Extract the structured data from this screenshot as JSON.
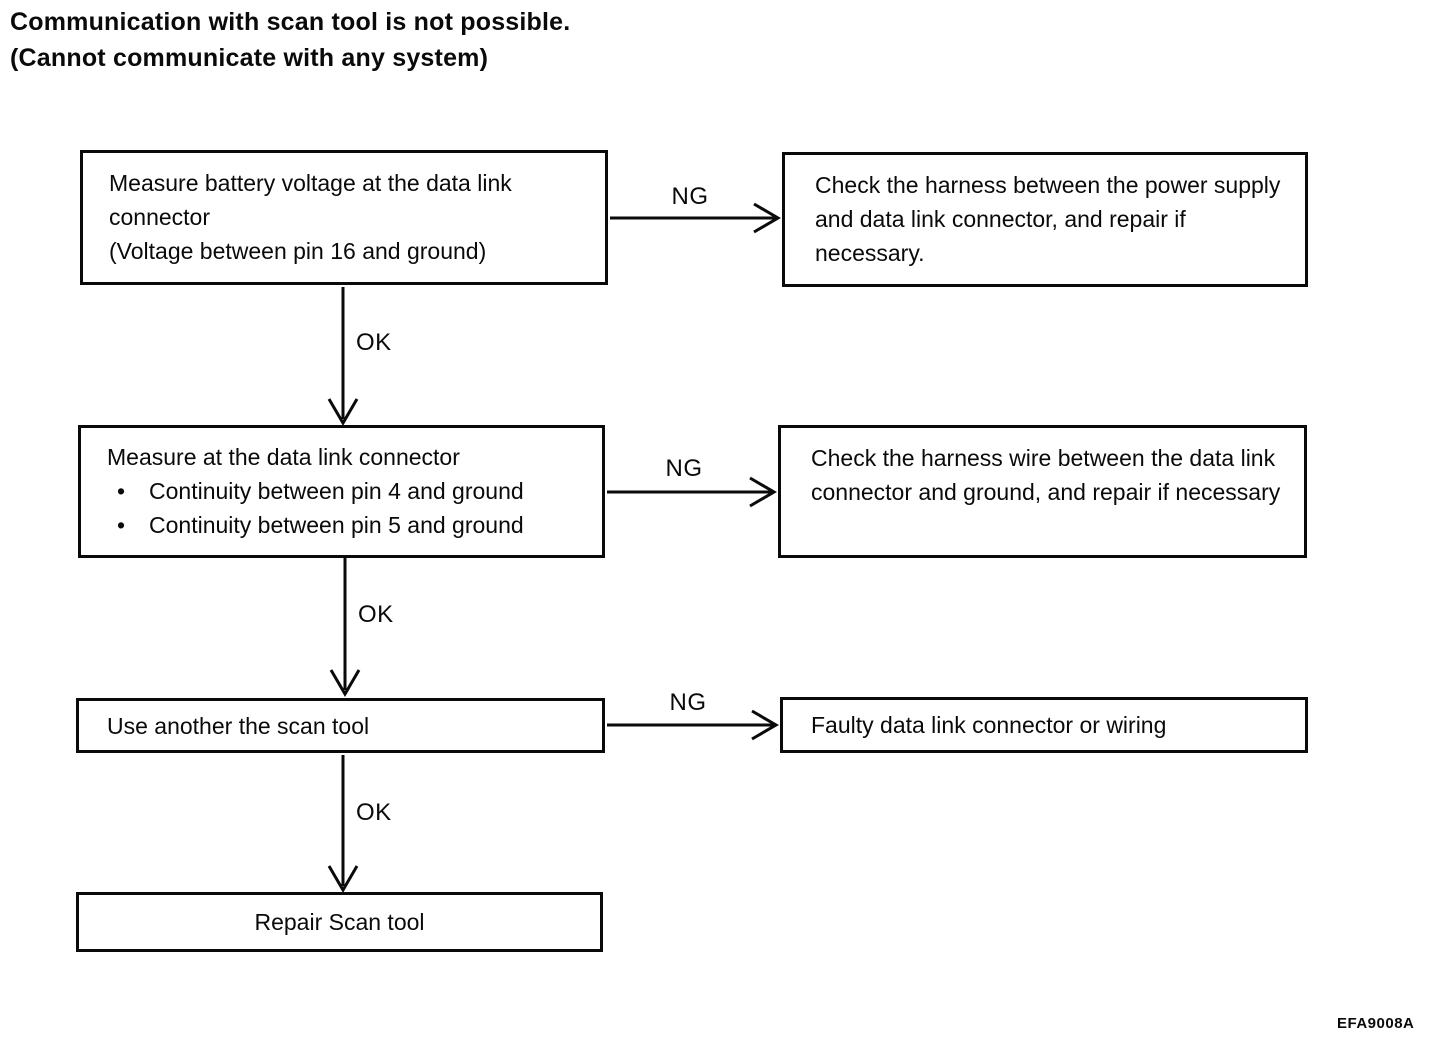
{
  "title": {
    "line1": "Communication with scan tool is not possible.",
    "line2": "(Cannot communicate with any system)"
  },
  "glyphs": {
    "bullet": "•"
  },
  "flow": {
    "step1": {
      "text": "Measure battery voltage at the data link connector",
      "subtext": "(Voltage between pin 16 and ground)"
    },
    "result1": {
      "text": "Check the harness between the power supply and data link connector, and repair if necessary."
    },
    "step2": {
      "text": "Measure at the data link connector",
      "bullet1": "Continuity between pin 4 and ground",
      "bullet2": "Continuity between pin 5 and ground"
    },
    "result2": {
      "text": "Check the harness wire between the data link connector and ground, and repair if necessary"
    },
    "step3": {
      "text": "Use another the scan tool"
    },
    "result3": {
      "text": "Faulty data link connector or wiring"
    },
    "step4": {
      "text": "Repair Scan tool"
    },
    "connectors": {
      "ng1": "NG",
      "ng2": "NG",
      "ng3": "NG",
      "ok1": "OK",
      "ok2": "OK",
      "ok3": "OK"
    }
  },
  "figure_code": "EFA9008A"
}
